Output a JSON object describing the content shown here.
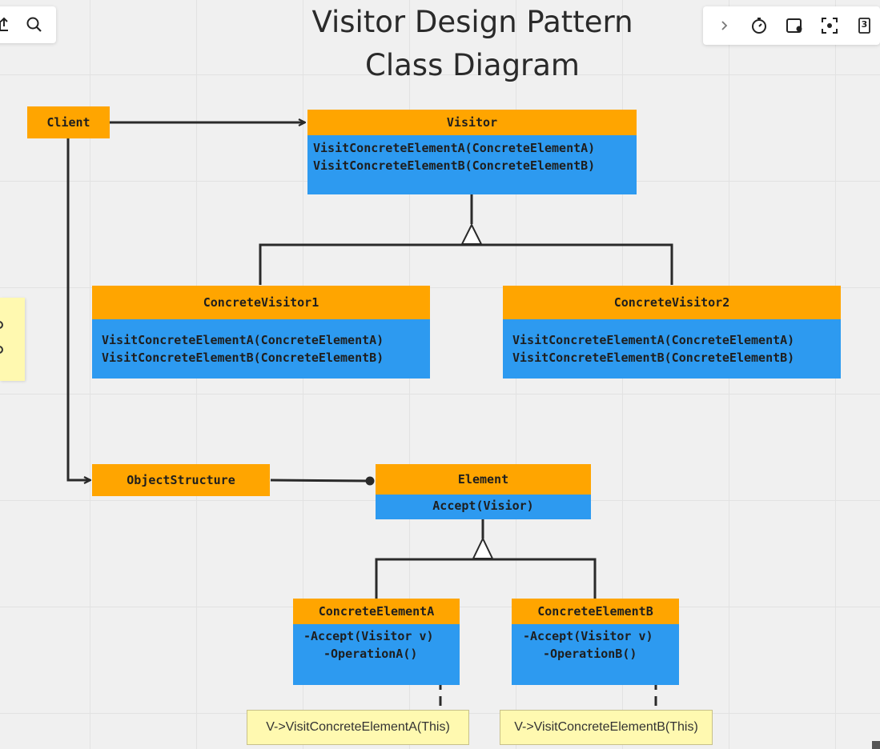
{
  "title": {
    "line1": "Visitor Design Pattern",
    "line2": "Class Diagram"
  },
  "toolbar_left": {
    "icons": [
      "upload-icon",
      "search-icon"
    ]
  },
  "toolbar_right": {
    "icons": [
      "chevron-right-icon",
      "timer-icon",
      "card-icon",
      "focus-icon",
      "page-count-icon"
    ],
    "page_count": "3"
  },
  "classes": {
    "client": {
      "name": "Client"
    },
    "visitor": {
      "name": "Visitor",
      "methods": [
        "VisitConcreteElementA(ConcreteElementA)",
        "VisitConcreteElementB(ConcreteElementB)"
      ]
    },
    "concrete_visitor1": {
      "name": "ConcreteVisitor1",
      "methods": [
        "VisitConcreteElementA(ConcreteElementA)",
        "VisitConcreteElementB(ConcreteElementB)"
      ]
    },
    "concrete_visitor2": {
      "name": "ConcreteVisitor2",
      "methods": [
        "VisitConcreteElementA(ConcreteElementA)",
        "VisitConcreteElementB(ConcreteElementB)"
      ]
    },
    "object_structure": {
      "name": "ObjectStructure"
    },
    "element": {
      "name": "Element",
      "methods": [
        "Accept(Visior)"
      ]
    },
    "concrete_element_a": {
      "name": "ConcreteElementA",
      "methods": [
        "-Accept(Visitor v)",
        "-OperationA()"
      ]
    },
    "concrete_element_b": {
      "name": "ConcreteElementB",
      "methods": [
        "-Accept(Visitor v)",
        "-OperationB()"
      ]
    }
  },
  "notes": {
    "note_a": "V->VisitConcreteElementA(This)",
    "note_b": "V->VisitConcreteElementB(This)"
  },
  "colors": {
    "header": "#ffa500",
    "body": "#2d9af0",
    "note": "#fff9b0",
    "connector": "#2a2a2a"
  }
}
